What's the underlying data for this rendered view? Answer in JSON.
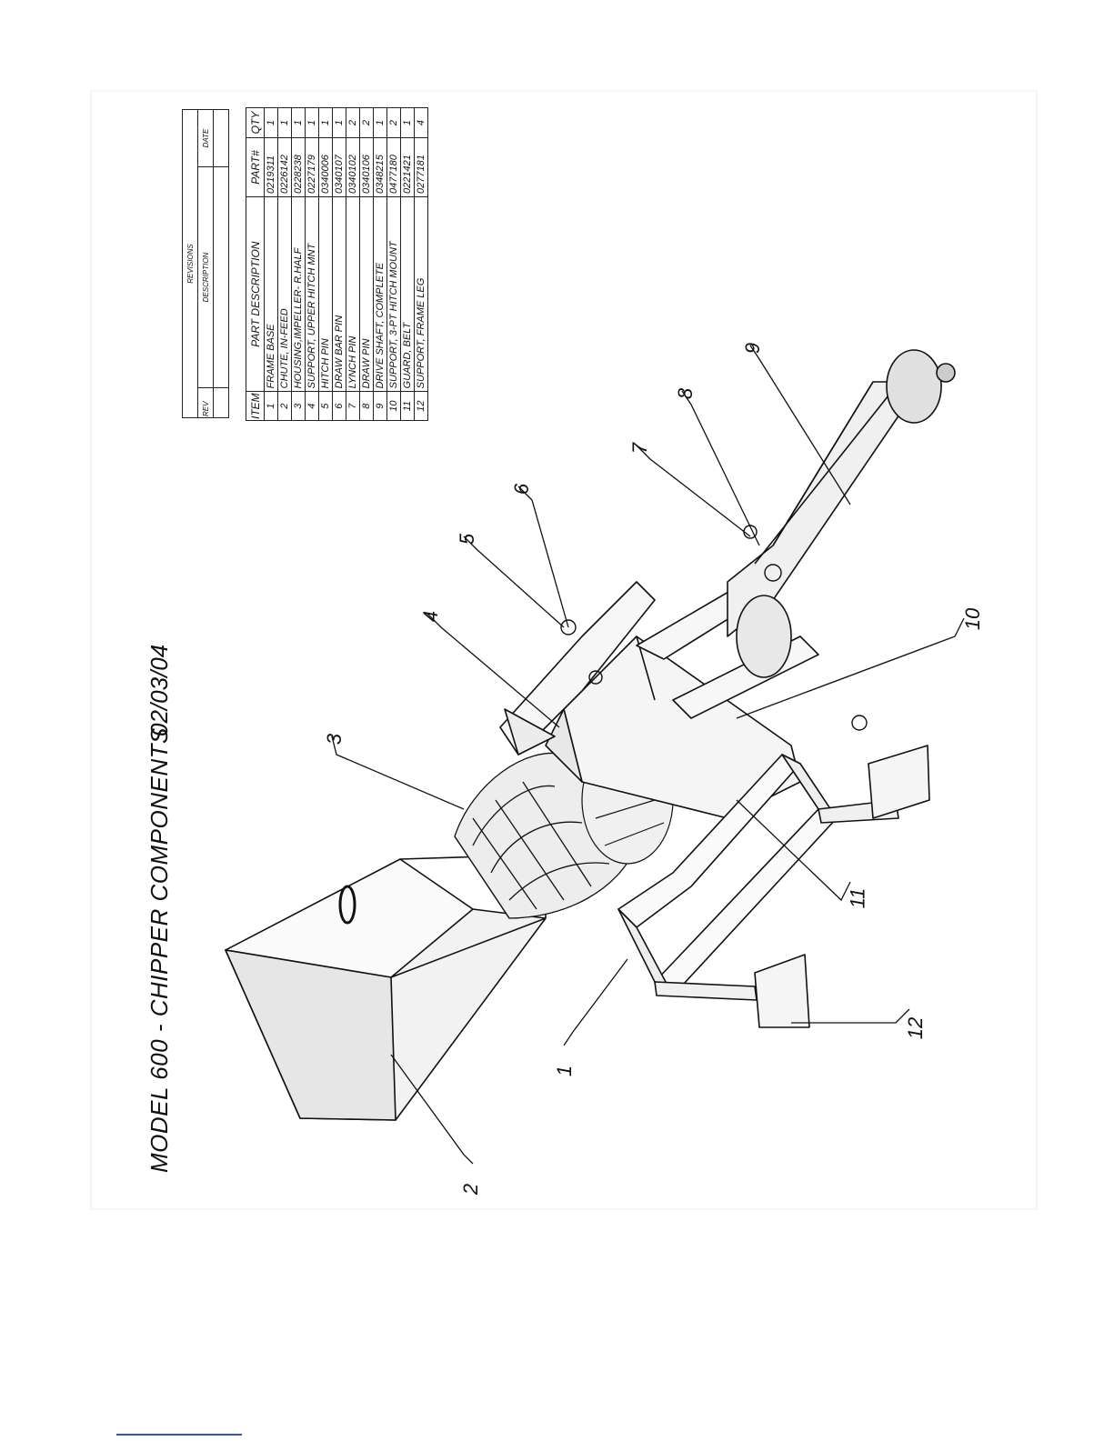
{
  "title": "MODEL 600 - CHIPPER COMPONENTS",
  "date": "02/03/04",
  "revisions": {
    "header": "REVISIONS",
    "rev_label": "REV",
    "description_label": "DESCRIPTION",
    "date_label": "DATE"
  },
  "parts_table": {
    "headers": [
      "ITEM",
      "PART DESCRIPTION",
      "PART#",
      "QTY"
    ],
    "rows": [
      {
        "item": "1",
        "description": "FRAME BASE",
        "part": "0219311",
        "qty": "1"
      },
      {
        "item": "2",
        "description": "CHUTE, IN-FEED",
        "part": "0226142",
        "qty": "1"
      },
      {
        "item": "3",
        "description": "HOUSING,IMPELLER- R.HALF",
        "part": "0228238",
        "qty": "1"
      },
      {
        "item": "4",
        "description": "SUPPORT, UPPER HITCH MNT",
        "part": "0227179",
        "qty": "1"
      },
      {
        "item": "5",
        "description": "HITCH PIN",
        "part": "0340006",
        "qty": "1"
      },
      {
        "item": "6",
        "description": "DRAW BAR PIN",
        "part": "0340107",
        "qty": "1"
      },
      {
        "item": "7",
        "description": "LYNCH PIN",
        "part": "0340102",
        "qty": "2"
      },
      {
        "item": "8",
        "description": "DRAW PIN",
        "part": "0340106",
        "qty": "2"
      },
      {
        "item": "9",
        "description": "DRIVE SHAFT, COMPLETE",
        "part": "0348215",
        "qty": "1"
      },
      {
        "item": "10",
        "description": "SUPPORT, 3-PT HITCH MOUNT",
        "part": "0477180",
        "qty": "2"
      },
      {
        "item": "11",
        "description": "GUARD, BELT",
        "part": "0221421",
        "qty": "1"
      },
      {
        "item": "12",
        "description": "SUPPORT, FRAME LEG",
        "part": "0277181",
        "qty": "4"
      }
    ]
  },
  "balloons": [
    "1",
    "2",
    "3",
    "4",
    "5",
    "6",
    "7",
    "8",
    "9",
    "10",
    "11",
    "12"
  ]
}
